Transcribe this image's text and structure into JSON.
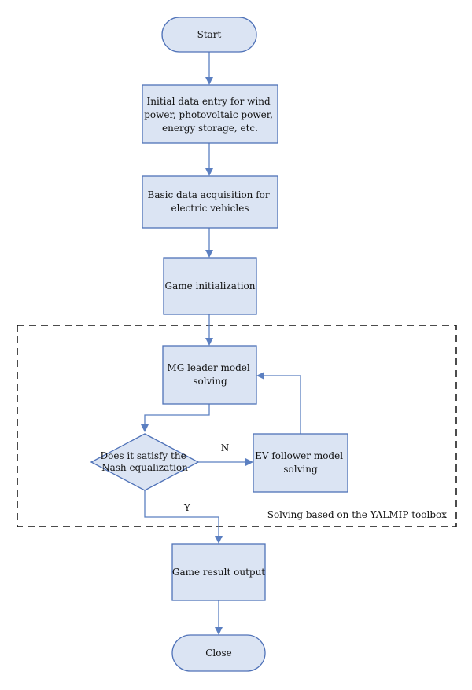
{
  "diagram": {
    "colors": {
      "node_fill": "#dbe4f3",
      "node_stroke": "#4f72b8",
      "edge": "#5b7fc1",
      "boundary": "#111111",
      "text": "#111111"
    },
    "nodes": {
      "start": {
        "label": "Start"
      },
      "data_entry": {
        "lines": [
          "Initial data entry for wind",
          "power, photovoltaic power,",
          "energy storage, etc."
        ]
      },
      "ev_acquisition": {
        "lines": [
          "Basic data acquisition for",
          "electric vehicles"
        ]
      },
      "game_init": {
        "label": "Game initialization"
      },
      "leader": {
        "lines": [
          "MG leader model",
          "solving"
        ]
      },
      "decision": {
        "lines": [
          "Does it satisfy the",
          "Nash equalization"
        ]
      },
      "follower": {
        "lines": [
          "EV follower model",
          "solving"
        ]
      },
      "result": {
        "label": "Game result output"
      },
      "close": {
        "label": "Close"
      }
    },
    "edge_labels": {
      "no": "N",
      "yes": "Y"
    },
    "boundary_label": "Solving based on the YALMIP toolbox"
  }
}
